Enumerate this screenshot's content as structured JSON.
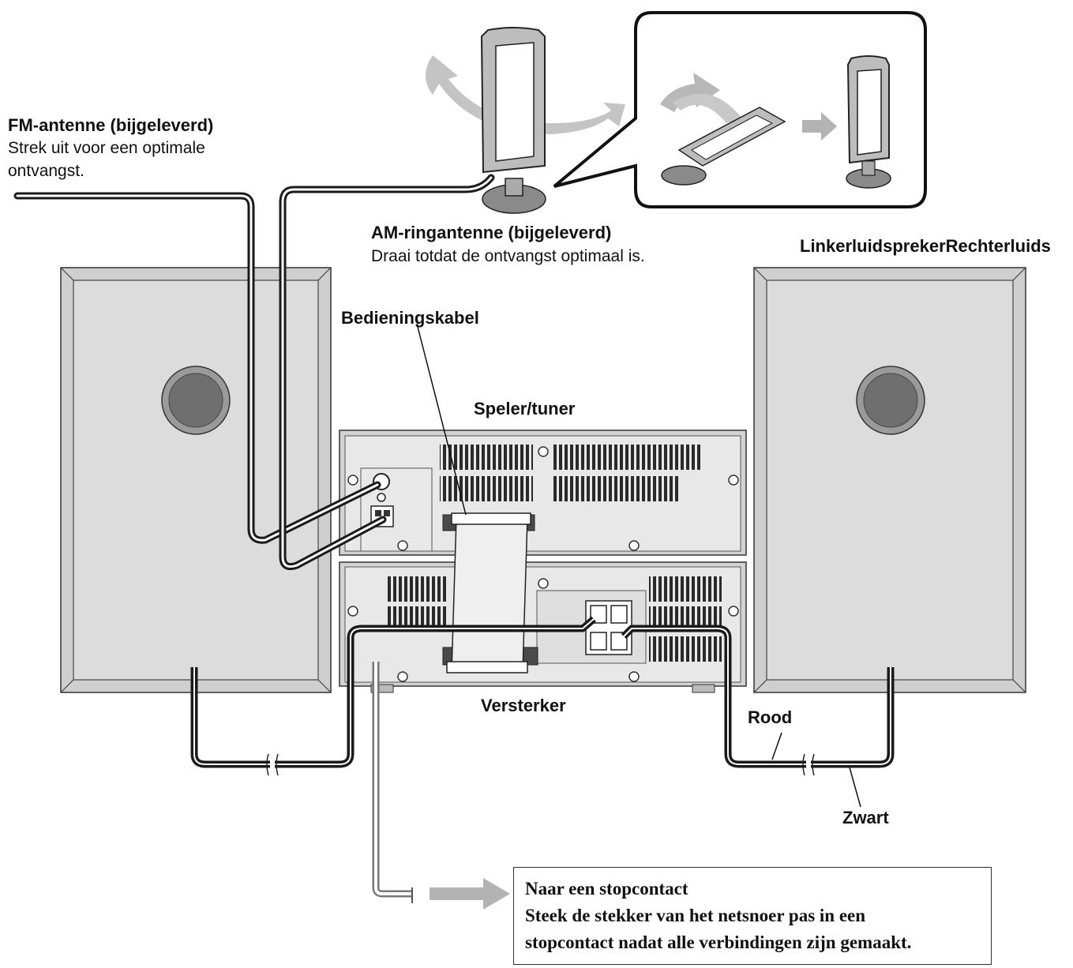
{
  "labels": {
    "fm_title": "FM-antenne (bijgeleverd)",
    "fm_desc_1": "Strek uit voor een optimale",
    "fm_desc_2": "ontvangst.",
    "am_title": "AM-ringantenne (bijgeleverd)",
    "am_desc": "Draai totdat de ontvangst optimaal is.",
    "speakers": "LinkerluidsprekerRechterluids",
    "control_cable": "Bedieningskabel",
    "player_tuner": "Speler/tuner",
    "amplifier": "Versterker",
    "red": "Rood",
    "black": "Zwart"
  },
  "power_note": {
    "title": "Naar een stopcontact",
    "line1": "Steek de stekker van het netsnoer pas in een",
    "line2": "stopcontact nadat alle verbindingen zijn gemaakt."
  },
  "colors": {
    "cable": "#1a1a1a",
    "arrow": "#b3b3b3",
    "panel": "#e6e6e6",
    "speaker": "#d6d6d6"
  }
}
